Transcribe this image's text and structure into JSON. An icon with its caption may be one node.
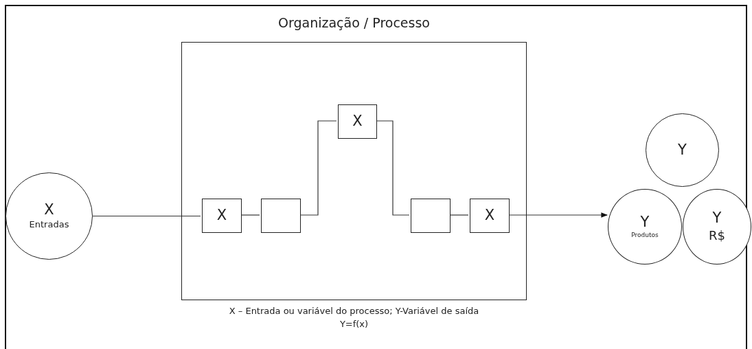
{
  "diagram": {
    "nodes": [
      {
        "text": [
          "Organização / Processo"
        ]
      },
      {
        "text": [
          "X",
          "Entradas"
        ]
      },
      {
        "text": [
          "X"
        ],
        "in": 0
      },
      {
        "text": [],
        "shape": "box",
        "in": 0
      },
      {
        "text": [
          "X"
        ],
        "in": 0
      },
      {
        "text": [],
        "shape": "box",
        "in": 0
      },
      {
        "text": [
          "X"
        ],
        "in": 0
      },
      {
        "text": [
          "Y"
        ]
      },
      {
        "text": [
          "Y",
          "Produtos"
        ]
      },
      {
        "text": [
          "Y",
          "R$"
        ]
      }
    ],
    "edges": [
      {
        "from": 1,
        "to": 2,
        "arrow": "none"
      },
      {
        "from": 2,
        "to": 3,
        "arrow": "none"
      },
      {
        "from": 3,
        "to": 4,
        "arrow": "none"
      },
      {
        "from": 4,
        "to": 5,
        "arrow": "none"
      },
      {
        "from": 5,
        "to": 6,
        "arrow": "none"
      },
      {
        "from": 6,
        "to": 8,
        "arrow": "to"
      }
    ],
    "labels": [
      "X – Entrada ou variável do processo; Y-Variável de saída",
      "Y=f(x)"
    ]
  }
}
